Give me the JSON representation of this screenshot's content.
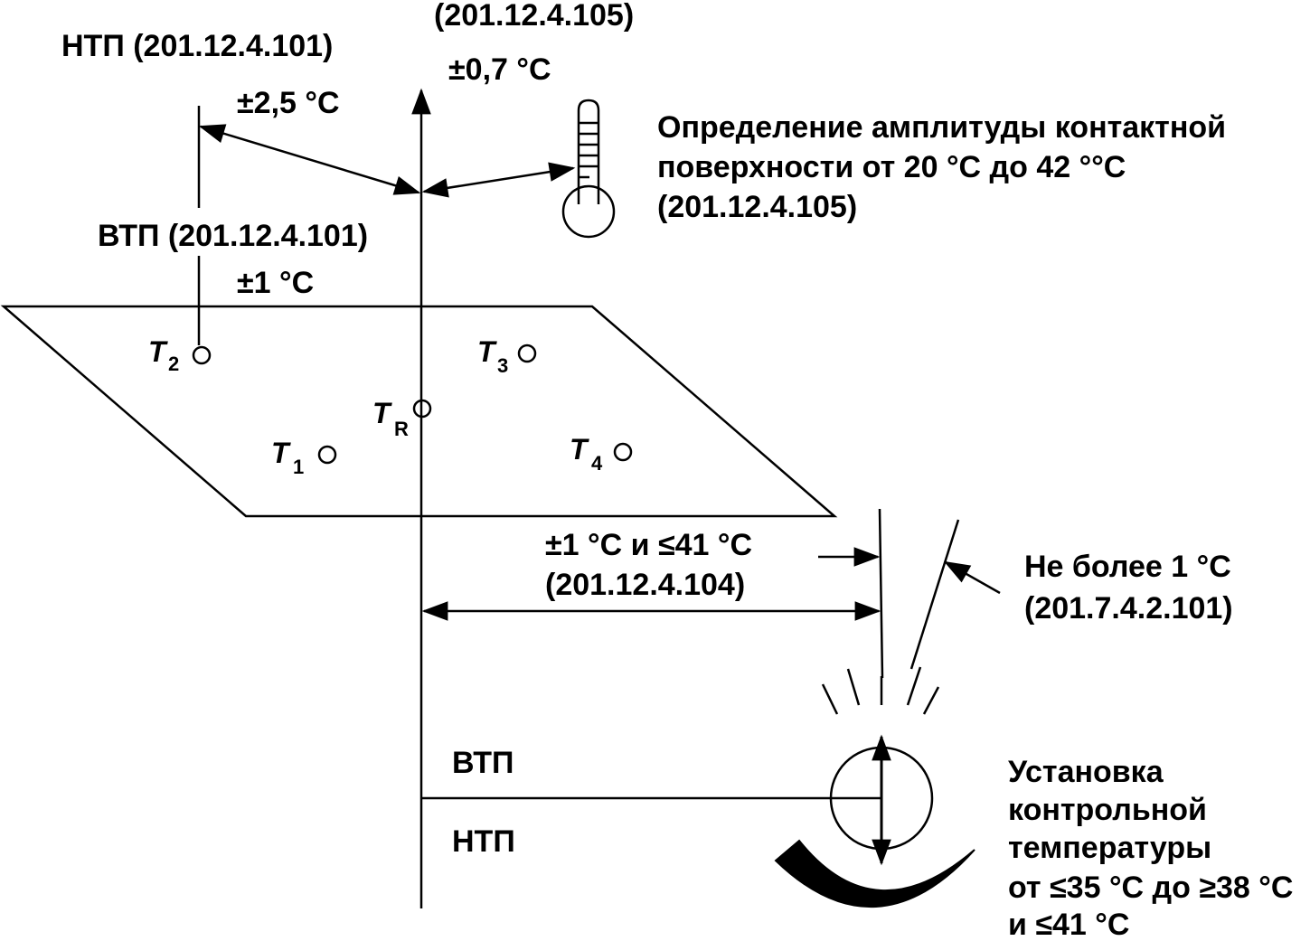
{
  "labels": {
    "top_ref": "(201.12.4.105)",
    "ntp_ref": "НТП (201.12.4.101)",
    "tol_07": "±0,7 °C",
    "tol_25": "±2,5 °C",
    "def_line1": "Определение амплитуды контактной",
    "def_line2": "поверхности от 20 °C до 42 °°C",
    "def_line3": "(201.12.4.105)",
    "vtp_ref": "ВТП (201.12.4.101)",
    "tol_1": "±1 °C",
    "t2": "T",
    "t2_sub": "2",
    "t3": "T",
    "t3_sub": "3",
    "tr": "T",
    "tr_sub": "R",
    "t1": "T",
    "t1_sub": "1",
    "t4": "T",
    "t4_sub": "4",
    "range_line1": "±1 °C и ≤41 °C",
    "range_line2": "(201.12.4.104)",
    "max_line1": "Не более 1 °C",
    "max_line2": "(201.7.4.2.101)",
    "vtp": "ВТП",
    "ntp": "НТП",
    "set_line1": "Установка",
    "set_line2": "контрольной",
    "set_line3": "температуры",
    "set_line4": "от ≤35 °C до ≥38 °C",
    "set_line5": "и ≤41 °C"
  }
}
